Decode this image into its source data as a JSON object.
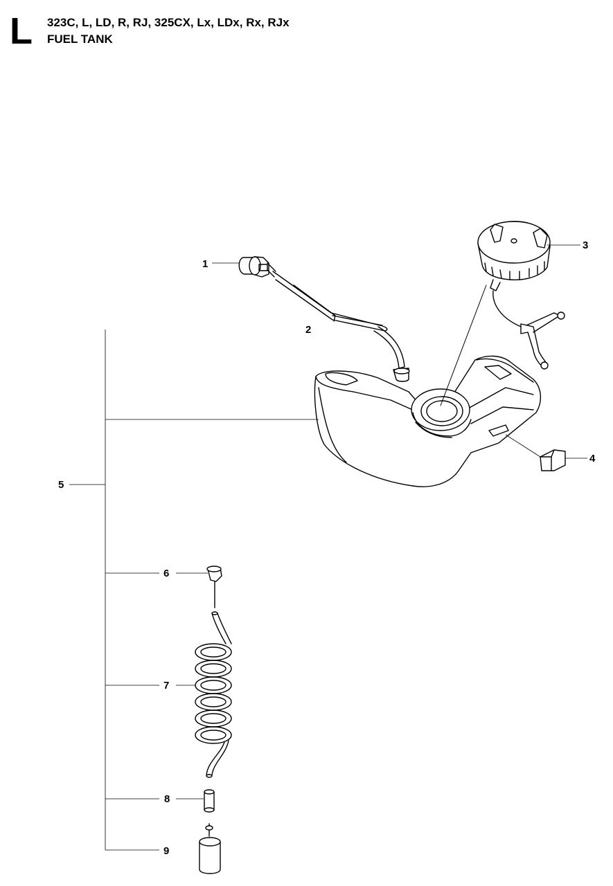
{
  "header": {
    "section_letter": "L",
    "models": "323C, L, LD, R, RJ, 325CX, Lx, LDx, Rx, RJx",
    "title": "FUEL TANK"
  },
  "callouts": [
    {
      "id": "1",
      "label": "1"
    },
    {
      "id": "2",
      "label": "2"
    },
    {
      "id": "3",
      "label": "3"
    },
    {
      "id": "4",
      "label": "4"
    },
    {
      "id": "5",
      "label": "5"
    },
    {
      "id": "6",
      "label": "6"
    },
    {
      "id": "7",
      "label": "7"
    },
    {
      "id": "8",
      "label": "8"
    },
    {
      "id": "9",
      "label": "9"
    }
  ]
}
